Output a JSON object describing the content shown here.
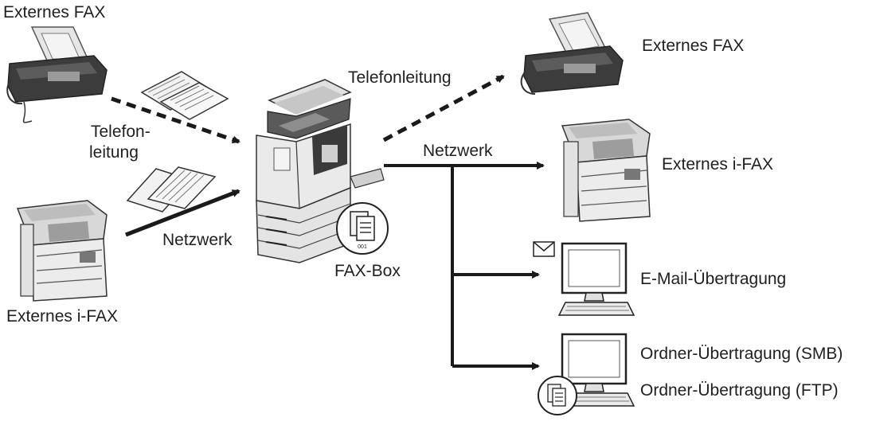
{
  "labels": {
    "ext_fax_left": "Externes FAX",
    "telefon_left_1": "Telefon-",
    "telefon_left_2": "leitung",
    "netzwerk_left": "Netzwerk",
    "ext_ifax_left": "Externes i-FAX",
    "telefonleitung_right": "Telefonleitung",
    "netzwerk_right": "Netzwerk",
    "fax_box": "FAX-Box",
    "fax_box_badge": "001",
    "ext_fax_right": "Externes FAX",
    "ext_ifax_right": "Externes i-FAX",
    "email": "E-Mail-Übertragung",
    "smb": "Ordner-Übertragung (SMB)",
    "ftp": "Ordner-Übertragung (FTP)"
  },
  "icons": {
    "fax_left": "fax-machine-icon",
    "ifax_left": "multifunction-printer-icon",
    "mfp_center": "multifunction-printer-icon",
    "fax_right": "fax-machine-icon",
    "ifax_right": "multifunction-printer-icon",
    "email_pc": "computer-icon",
    "folder_pc": "computer-icon",
    "envelope": "envelope-icon",
    "documents": "document-stack-icon",
    "box": "fax-box-icon"
  },
  "colors": {
    "line": "#1a1a1a",
    "device_fill": "#e8e8e8",
    "device_dark": "#4a4a4a"
  }
}
